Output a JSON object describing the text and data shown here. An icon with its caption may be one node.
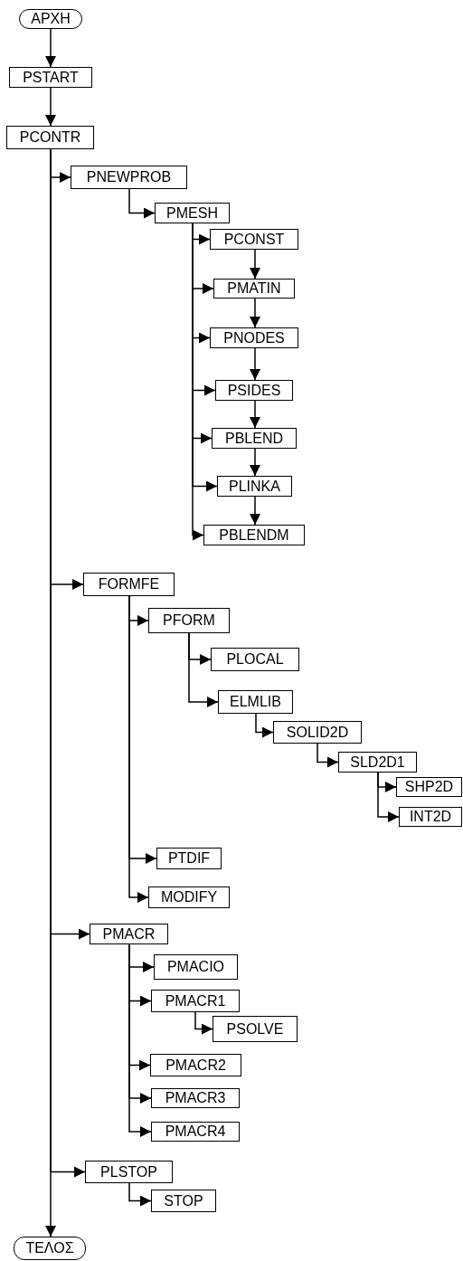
{
  "diagram": {
    "nodes": [
      {
        "text": [
          "ΑΡΧΗ"
        ]
      },
      {
        "text": [
          "PSTART"
        ]
      },
      {
        "text": [
          "PCONTR"
        ]
      },
      {
        "text": [
          "PNEWPROB"
        ]
      },
      {
        "text": [
          "PMESH"
        ]
      },
      {
        "text": [
          "PCONST"
        ]
      },
      {
        "text": [
          "PMATIN"
        ]
      },
      {
        "text": [
          "PNODES"
        ]
      },
      {
        "text": [
          "PSIDES"
        ]
      },
      {
        "text": [
          "PBLEND"
        ]
      },
      {
        "text": [
          "PLINKA"
        ]
      },
      {
        "text": [
          "PBLENDM"
        ]
      },
      {
        "text": [
          "FORMFE"
        ]
      },
      {
        "text": [
          "PFORM"
        ]
      },
      {
        "text": [
          "PLOCAL"
        ]
      },
      {
        "text": [
          "ELMLIB"
        ]
      },
      {
        "text": [
          "SOLID2D"
        ]
      },
      {
        "text": [
          "SLD2D1"
        ]
      },
      {
        "text": [
          "SHP2D"
        ]
      },
      {
        "text": [
          "INT2D"
        ]
      },
      {
        "text": [
          "PTDIF"
        ]
      },
      {
        "text": [
          "MODIFY"
        ]
      },
      {
        "text": [
          "PMACR"
        ]
      },
      {
        "text": [
          "PMACIO"
        ]
      },
      {
        "text": [
          "PMACR1"
        ]
      },
      {
        "text": [
          "PSOLVE"
        ]
      },
      {
        "text": [
          "PMACR2"
        ]
      },
      {
        "text": [
          "PMACR3"
        ]
      },
      {
        "text": [
          "PMACR4"
        ]
      },
      {
        "text": [
          "PLSTOP"
        ]
      },
      {
        "text": [
          "STOP"
        ]
      },
      {
        "text": [
          "ΤΕΛΟΣ"
        ]
      }
    ],
    "edges": [
      {
        "from": 0,
        "to": 1,
        "arrow": "to"
      },
      {
        "from": 1,
        "to": 2,
        "arrow": "to"
      },
      {
        "from": 2,
        "to": 3,
        "arrow": "to"
      },
      {
        "from": 3,
        "to": 4,
        "arrow": "to"
      },
      {
        "from": 4,
        "to": 5,
        "arrow": "to"
      },
      {
        "from": 5,
        "to": 6,
        "arrow": "to"
      },
      {
        "from": 4,
        "to": 6,
        "arrow": "to"
      },
      {
        "from": 6,
        "to": 7,
        "arrow": "to"
      },
      {
        "from": 4,
        "to": 7,
        "arrow": "to"
      },
      {
        "from": 7,
        "to": 8,
        "arrow": "to"
      },
      {
        "from": 4,
        "to": 8,
        "arrow": "to"
      },
      {
        "from": 8,
        "to": 9,
        "arrow": "to"
      },
      {
        "from": 4,
        "to": 9,
        "arrow": "to"
      },
      {
        "from": 9,
        "to": 10,
        "arrow": "to"
      },
      {
        "from": 4,
        "to": 10,
        "arrow": "to"
      },
      {
        "from": 10,
        "to": 11,
        "arrow": "to"
      },
      {
        "from": 4,
        "to": 11,
        "arrow": "to"
      },
      {
        "from": 2,
        "to": 12,
        "arrow": "to"
      },
      {
        "from": 12,
        "to": 13,
        "arrow": "to"
      },
      {
        "from": 13,
        "to": 14,
        "arrow": "to"
      },
      {
        "from": 13,
        "to": 15,
        "arrow": "to"
      },
      {
        "from": 15,
        "to": 16,
        "arrow": "to"
      },
      {
        "from": 16,
        "to": 17,
        "arrow": "to"
      },
      {
        "from": 17,
        "to": 18,
        "arrow": "to"
      },
      {
        "from": 17,
        "to": 19,
        "arrow": "to"
      },
      {
        "from": 12,
        "to": 20,
        "arrow": "to"
      },
      {
        "from": 12,
        "to": 21,
        "arrow": "to"
      },
      {
        "from": 2,
        "to": 22,
        "arrow": "to"
      },
      {
        "from": 22,
        "to": 23,
        "arrow": "to"
      },
      {
        "from": 22,
        "to": 24,
        "arrow": "to"
      },
      {
        "from": 24,
        "to": 25,
        "arrow": "to"
      },
      {
        "from": 22,
        "to": 26,
        "arrow": "to"
      },
      {
        "from": 22,
        "to": 27,
        "arrow": "to"
      },
      {
        "from": 22,
        "to": 28,
        "arrow": "to"
      },
      {
        "from": 2,
        "to": 29,
        "arrow": "to"
      },
      {
        "from": 29,
        "to": 30,
        "arrow": "to"
      },
      {
        "from": 2,
        "to": 31,
        "arrow": "to"
      }
    ]
  }
}
